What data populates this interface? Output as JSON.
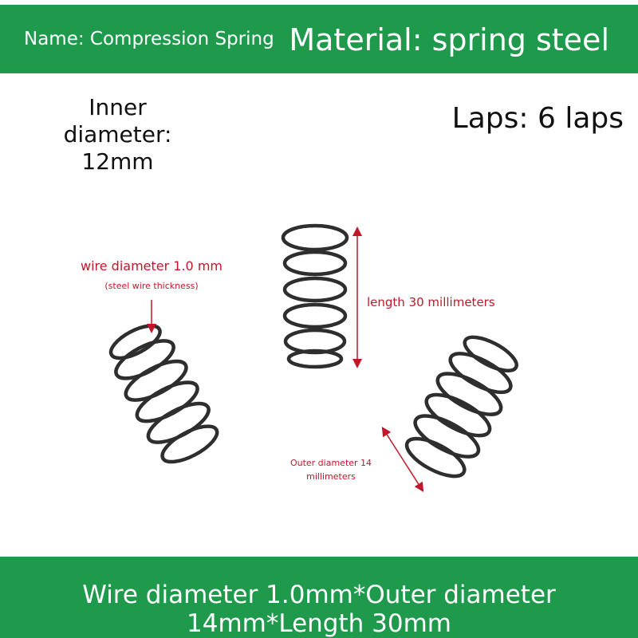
{
  "header": {
    "name": "Name: Compression Spring",
    "material": "Material: spring steel"
  },
  "specs": {
    "inner_diameter_line1": "Inner diameter:",
    "inner_diameter_line2": "12mm",
    "laps": "Laps: 6 laps"
  },
  "annotations": {
    "wire_diameter": "wire diameter 1.0 mm",
    "wire_note": "(steel wire thickness)",
    "length": "length 30 millimeters",
    "outer_line1": "Outer diameter 14",
    "outer_line2": "millimeters"
  },
  "footer": {
    "spec_line": "Wire diameter 1.0mm*Outer diameter 14mm*Length 30mm"
  },
  "colors": {
    "brand_green": "#1f9a4d",
    "annotation_red": "#c0182a",
    "spring_steel": "#2e2e2e"
  }
}
